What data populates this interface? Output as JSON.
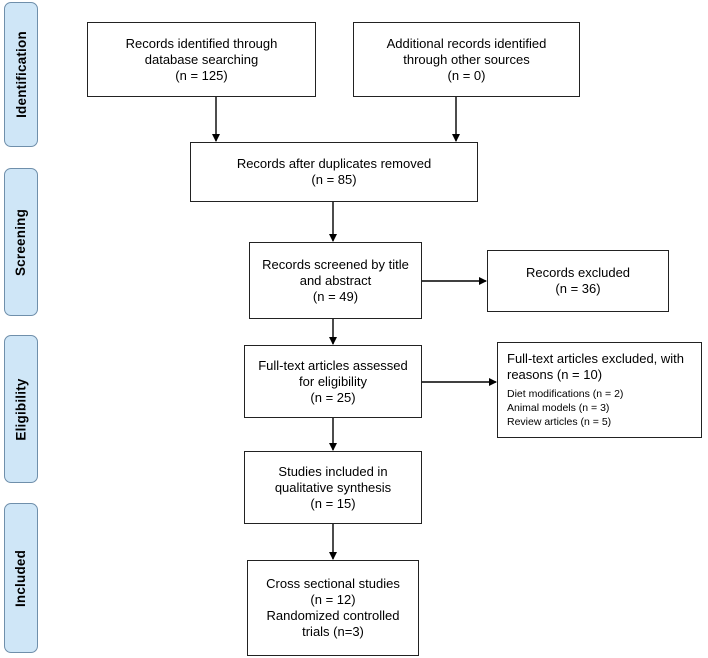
{
  "phases": {
    "identification": "Identification",
    "screening": "Screening",
    "eligibility": "Eligibility",
    "included": "Included"
  },
  "boxes": {
    "database": {
      "lines": [
        "Records identified through",
        "database searching",
        "(n = 125)"
      ]
    },
    "other": {
      "lines": [
        "Additional records identified",
        "through other sources",
        "(n = 0)"
      ]
    },
    "duplicates": {
      "lines": [
        "Records after duplicates removed",
        "(n = 85)"
      ]
    },
    "screened": {
      "lines": [
        "Records screened by title",
        "and abstract",
        "(n = 49)"
      ]
    },
    "excluded": {
      "lines": [
        "Records excluded",
        "(n = 36)"
      ]
    },
    "fulltext": {
      "lines": [
        "Full-text articles assessed",
        "for eligibility",
        "(n = 25)"
      ]
    },
    "fulltext_excluded": {
      "lines": [
        "Full-text articles excluded, with",
        "reasons (n = 10)"
      ],
      "reasons": [
        "Diet modifications (n = 2)",
        "Animal models (n = 3)",
        "Review articles (n = 5)"
      ]
    },
    "qualitative": {
      "lines": [
        "Studies included in",
        "qualitative synthesis",
        "(n = 15)"
      ]
    },
    "final": {
      "lines": [
        "Cross sectional studies",
        "(n = 12)",
        "Randomized controlled",
        "trials (n=3)"
      ]
    }
  }
}
